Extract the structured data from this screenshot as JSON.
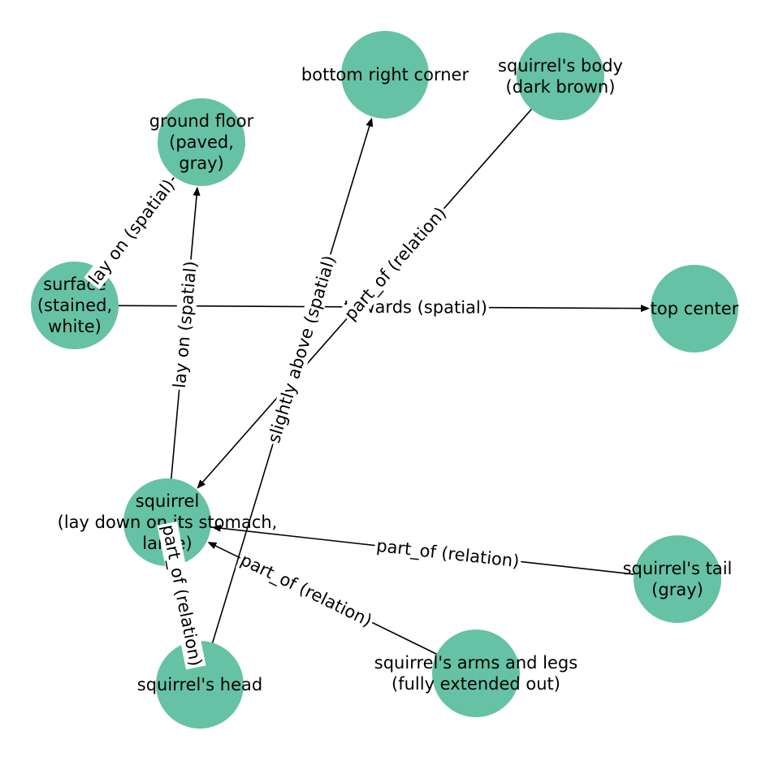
{
  "colors": {
    "node": "#66c2a5",
    "edge": "#000000",
    "background": "#ffffff"
  },
  "nodes": [
    {
      "id": "ground_floor",
      "name": "node-ground-floor",
      "lines": [
        "ground floor",
        "(paved,",
        "gray)"
      ]
    },
    {
      "id": "bottom_right",
      "name": "node-bottom-right-corner",
      "lines": [
        "bottom right corner"
      ]
    },
    {
      "id": "squirrel_body",
      "name": "node-squirrels-body",
      "lines": [
        "squirrel's body",
        "(dark brown)"
      ]
    },
    {
      "id": "surface",
      "name": "node-surface",
      "lines": [
        "surface",
        "(stained,",
        "white)"
      ]
    },
    {
      "id": "top_center",
      "name": "node-top-center",
      "lines": [
        "top center"
      ]
    },
    {
      "id": "squirrel",
      "name": "node-squirrel",
      "lines": [
        "squirrel",
        "(lay down on its stomach,",
        "large)"
      ]
    },
    {
      "id": "squirrel_tail",
      "name": "node-squirrels-tail",
      "lines": [
        "squirrel's tail",
        "(gray)"
      ]
    },
    {
      "id": "arms_legs",
      "name": "node-squirrels-arms-and-legs",
      "lines": [
        "squirrel's arms and legs",
        "(fully extended out)"
      ]
    },
    {
      "id": "squirrel_head",
      "name": "node-squirrels-head",
      "lines": [
        "squirrel's head"
      ]
    }
  ],
  "edges": [
    {
      "from": "surface",
      "to": "ground_floor",
      "label": "lay on (spatial)",
      "arrow": false
    },
    {
      "from": "squirrel",
      "to": "ground_floor",
      "label": "lay on (spatial)",
      "arrow": true
    },
    {
      "from": "surface",
      "to": "top_center",
      "label": "towards (spatial)",
      "arrow": true
    },
    {
      "from": "squirrel_body",
      "to": "squirrel",
      "label": "part_of (relation)",
      "arrow": true
    },
    {
      "from": "squirrel_head",
      "to": "bottom_right",
      "label": "slightly above (spatial)",
      "arrow": true
    },
    {
      "from": "squirrel_tail",
      "to": "squirrel",
      "label": "part_of (relation)",
      "arrow": true
    },
    {
      "from": "arms_legs",
      "to": "squirrel",
      "label": "part_of (relation)",
      "arrow": true
    },
    {
      "from": "squirrel_head",
      "to": "squirrel",
      "label": "part_of (relation)",
      "arrow": false
    }
  ]
}
